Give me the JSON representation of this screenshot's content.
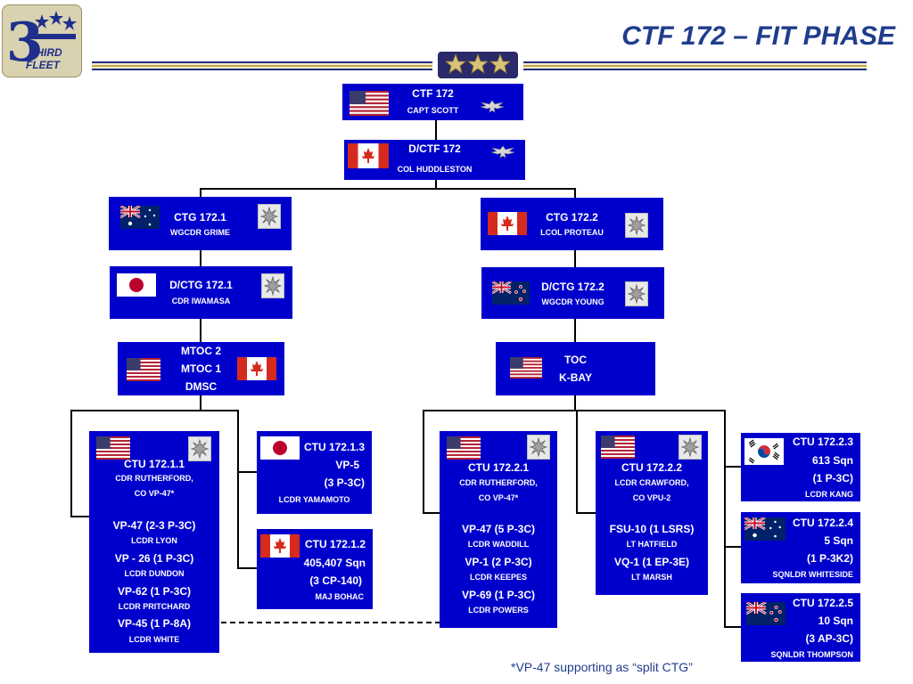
{
  "slide": {
    "title": "CTF 172 – FIT PHASE",
    "footnote": "*VP-47 supporting as “split CTG”"
  },
  "logo": {
    "text_line1": "THIRD",
    "text_line2": "FLEET"
  },
  "colors": {
    "box_fill": "#0000cc",
    "title": "#1f3d8c",
    "connector": "#000000"
  },
  "nodes": {
    "ctf172": {
      "title": "CTF 172",
      "commander": "CAPT SCOTT",
      "flag": "usa-flag-icon",
      "insignia": "eagle-insignia-icon"
    },
    "dctf172": {
      "title": "D/CTF 172",
      "commander": "COL HUDDLESTON",
      "flag": "canada-flag-icon",
      "insignia": "eagle-insignia-icon"
    },
    "ctg1721": {
      "title": "CTG 172.1",
      "commander": "WGCDR GRIME",
      "flag": "australia-flag-icon",
      "insignia": "oak-leaf-icon"
    },
    "dctg1721": {
      "title": "D/CTG 172.1",
      "commander": "CDR IWAMASA",
      "flag": "japan-flag-icon",
      "insignia": "oak-leaf-icon"
    },
    "ctg1722": {
      "title": "CTG 172.2",
      "commander": "LCOL PROTEAU",
      "flag": "canada-flag-icon",
      "insignia": "oak-leaf-icon"
    },
    "dctg1722": {
      "title": "D/CTG 172.2",
      "commander": "WGCDR YOUNG",
      "flag": "new-zealand-flag-icon",
      "insignia": "oak-leaf-icon"
    },
    "mtoc": {
      "line1": "MTOC 2",
      "line2": "MTOC 1",
      "line3": "DMSC",
      "flag_left": "usa-flag-icon",
      "flag_right": "canada-flag-icon"
    },
    "toc": {
      "line1": "TOC",
      "line2": "K-BAY",
      "flag": "usa-flag-icon"
    },
    "ctu1711": {
      "title": "CTU 172.1.1",
      "cmdr": "CDR RUTHERFORD,",
      "co": "CO VP-47*",
      "units": [
        {
          "unit": "VP-47 (2-3 P-3C)",
          "cmdr": "LCDR LYON"
        },
        {
          "unit": "VP - 26 (1 P-3C)",
          "cmdr": "LCDR DUNDON"
        },
        {
          "unit": "VP-62 (1 P-3C)",
          "cmdr": "LCDR PRITCHARD"
        },
        {
          "unit": "VP-45 (1 P-8A)",
          "cmdr": "LCDR WHITE"
        }
      ]
    },
    "ctu1713": {
      "title": "CTU 172.1.3",
      "line2": "VP-5",
      "line3": "(3 P-3C)",
      "cmdr": "LCDR YAMAMOTO"
    },
    "ctu1712": {
      "title": "CTU 172.1.2",
      "line2": "405,407 Sqn",
      "line3": "(3 CP-140)",
      "cmdr": "MAJ BOHAC"
    },
    "ctu1721": {
      "title": "CTU 172.2.1",
      "cmdr": "CDR RUTHERFORD,",
      "co": "CO VP-47*",
      "units": [
        {
          "unit": "VP-47 (5 P-3C)",
          "cmdr": "LCDR WADDILL"
        },
        {
          "unit": "VP-1 (2 P-3C)",
          "cmdr": "LCDR KEEPES"
        },
        {
          "unit": "VP-69 (1 P-3C)",
          "cmdr": "LCDR POWERS"
        }
      ]
    },
    "ctu1722": {
      "title": "CTU 172.2.2",
      "cmdr": "LCDR CRAWFORD,",
      "co": "CO VPU-2",
      "units": [
        {
          "unit": "FSU-10 (1 LSRS)",
          "cmdr": "LT HATFIELD"
        },
        {
          "unit": "VQ-1 (1 EP-3E)",
          "cmdr": "LT MARSH"
        }
      ]
    },
    "ctu1723": {
      "title": "CTU 172.2.3",
      "line2": "613 Sqn",
      "line3": "(1 P-3C)",
      "cmdr": "LCDR KANG"
    },
    "ctu1724": {
      "title": "CTU 172.2.4",
      "line2": "5 Sqn",
      "line3": "(1 P-3K2)",
      "cmdr": "SQNLDR WHITESIDE"
    },
    "ctu1725": {
      "title": "CTU 172.2.5",
      "line2": "10 Sqn",
      "line3": "(3 AP-3C)",
      "cmdr": "SQNLDR THOMPSON"
    }
  }
}
